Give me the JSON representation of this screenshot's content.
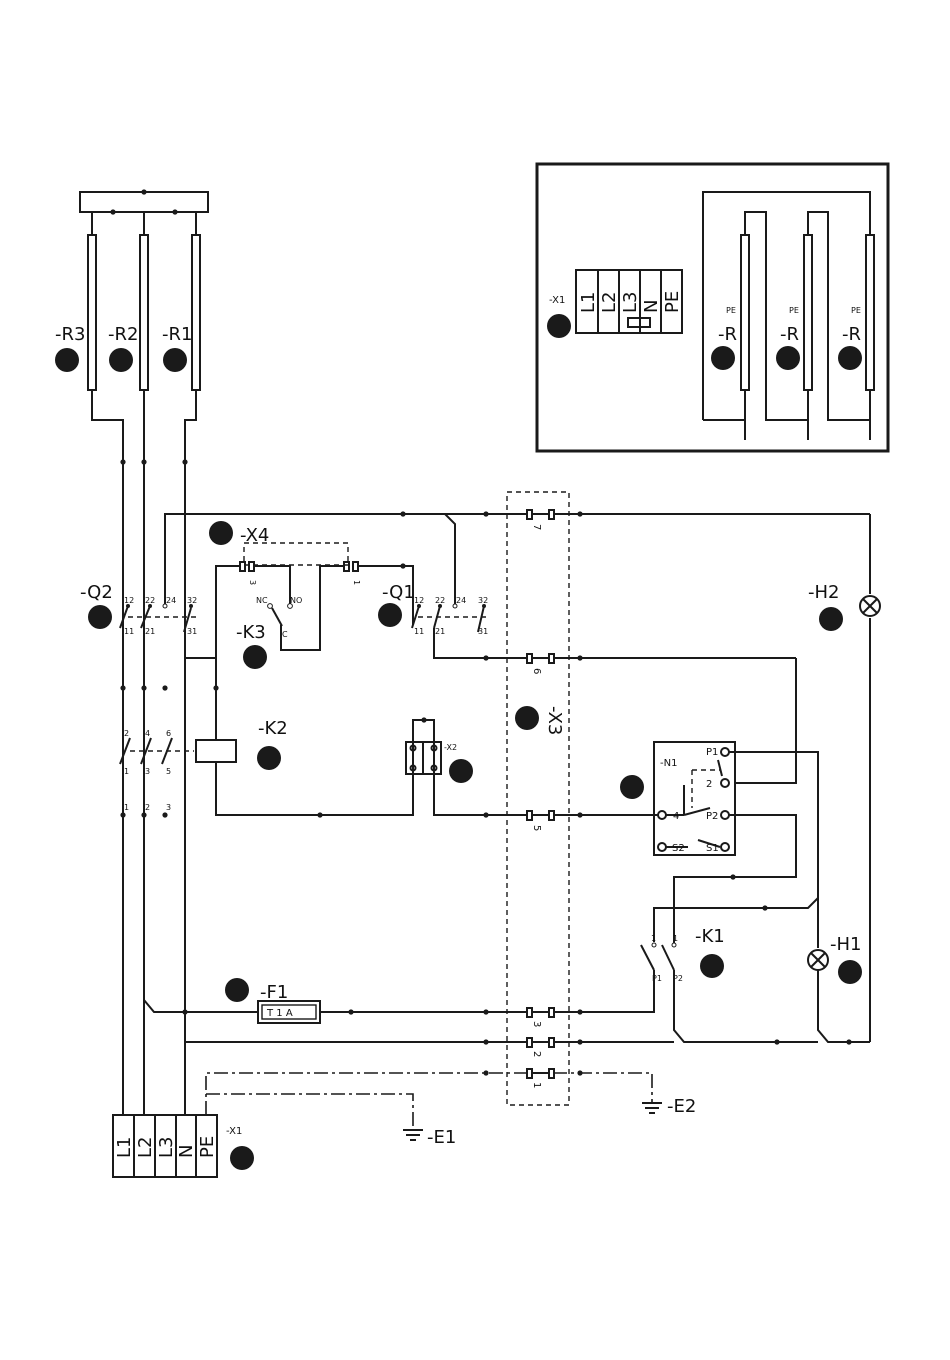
{
  "labels": {
    "R3": "-R3",
    "R2": "-R2",
    "R1": "-R1",
    "Q2": "-Q2",
    "Q1": "-Q1",
    "X4": "-X4",
    "K3": "-K3",
    "K2": "-K2",
    "F1": "-F1",
    "F1_rating": "T 1 A",
    "X3": "-X3",
    "X2": "-X2",
    "N1": "-N1",
    "H2": "-H2",
    "H1": "-H1",
    "K1": "-K1",
    "E1": "-E1",
    "E2": "-E2",
    "X1": "-X1",
    "R": "-R",
    "PE_small": "PE"
  },
  "terminals": {
    "main": [
      "L1",
      "L2",
      "L3",
      "N",
      "PE"
    ],
    "inset": [
      "L1",
      "L2",
      "L3",
      "N",
      "PE"
    ]
  },
  "contact_numbers": {
    "top": [
      "12",
      "22",
      "24",
      "32"
    ],
    "bottom": [
      "11",
      "21",
      "31"
    ],
    "contactor_top": [
      "2",
      "4",
      "6"
    ],
    "contactor_bottom": [
      "1",
      "3",
      "5"
    ],
    "supply": [
      "1",
      "2",
      "3"
    ],
    "x3_terminals": [
      "7",
      "6",
      "5",
      "3",
      "2",
      "1"
    ],
    "x4_terminals": [
      "3",
      "1"
    ],
    "k3_contacts": [
      "NC",
      "NO",
      "C"
    ],
    "n1_terminals": [
      "P1",
      "2",
      "4",
      "P2",
      "S2",
      "S1"
    ],
    "k1_contacts": [
      "1",
      "1",
      "P1",
      "P2"
    ]
  }
}
